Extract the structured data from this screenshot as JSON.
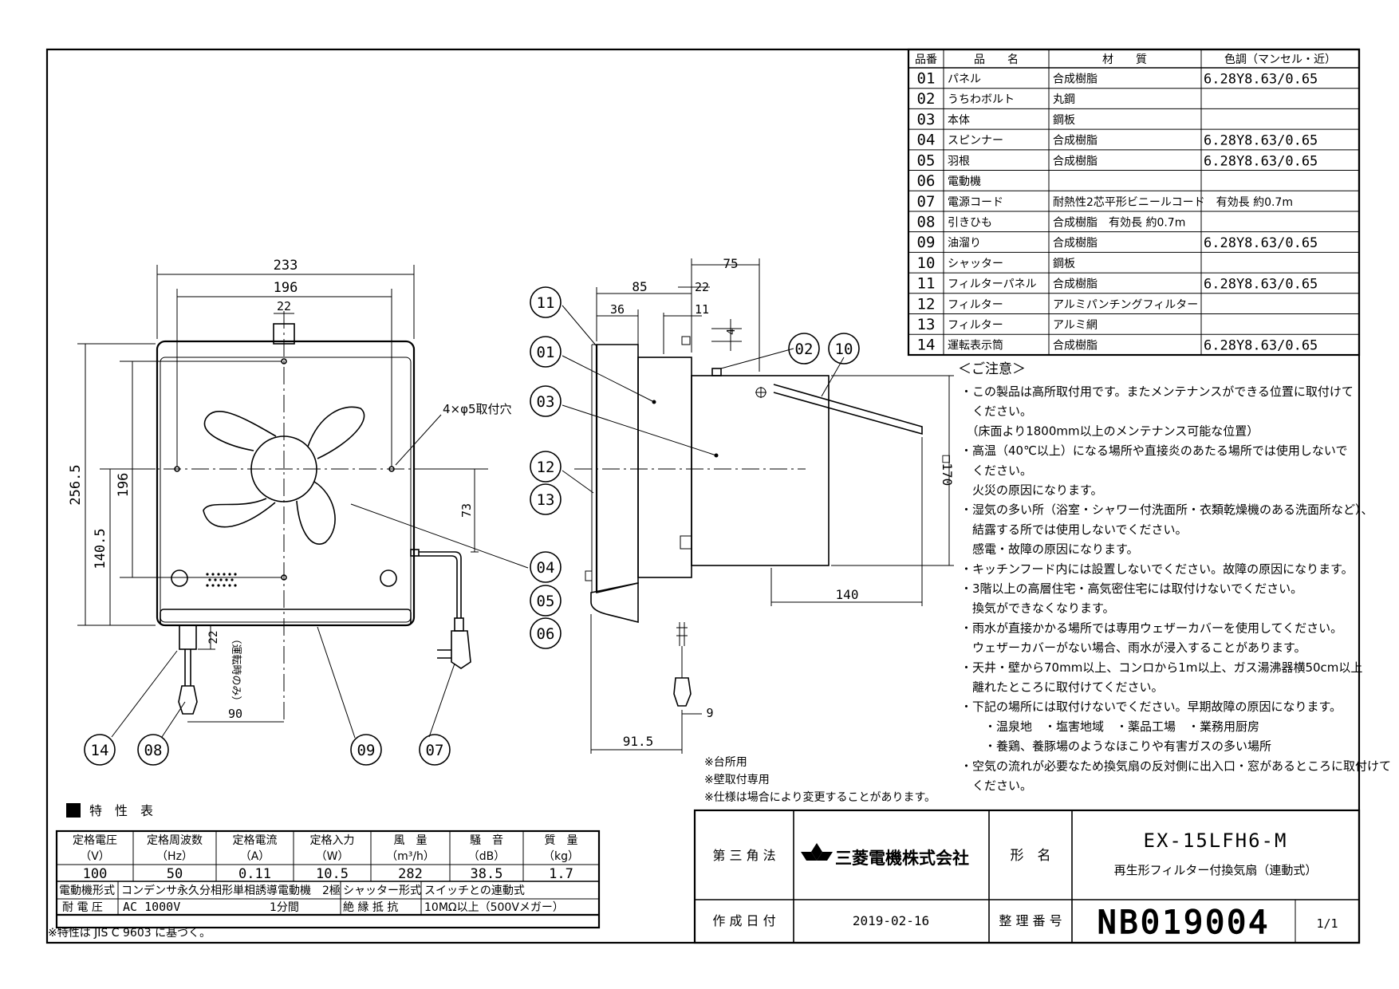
{
  "parts_header": {
    "no": "品番",
    "name": "品　　名",
    "material": "材　　質",
    "color": "色調（マンセル・近）"
  },
  "parts": [
    {
      "no": "01",
      "name": "パネル",
      "material": "合成樹脂",
      "color": "6.28Y8.63/0.65"
    },
    {
      "no": "02",
      "name": "うちわボルト",
      "material": "丸鋼",
      "color": ""
    },
    {
      "no": "03",
      "name": "本体",
      "material": "鋼板",
      "color": ""
    },
    {
      "no": "04",
      "name": "スピンナー",
      "material": "合成樹脂",
      "color": "6.28Y8.63/0.65"
    },
    {
      "no": "05",
      "name": "羽根",
      "material": "合成樹脂",
      "color": "6.28Y8.63/0.65"
    },
    {
      "no": "06",
      "name": "電動機",
      "material": "",
      "color": ""
    },
    {
      "no": "07",
      "name": "電源コード",
      "material": "耐熱性2芯平形ビニールコード　有効長 約0.7m",
      "color": ""
    },
    {
      "no": "08",
      "name": "引きひも",
      "material": "合成樹脂　有効長 約0.7m",
      "color": ""
    },
    {
      "no": "09",
      "name": "油溜り",
      "material": "合成樹脂",
      "color": "6.28Y8.63/0.65"
    },
    {
      "no": "10",
      "name": "シャッター",
      "material": "鋼板",
      "color": ""
    },
    {
      "no": "11",
      "name": "フィルターパネル",
      "material": "合成樹脂",
      "color": "6.28Y8.63/0.65"
    },
    {
      "no": "12",
      "name": "フィルター",
      "material": "アルミパンチングフィルター",
      "color": ""
    },
    {
      "no": "13",
      "name": "フィルター",
      "material": "アルミ網",
      "color": ""
    },
    {
      "no": "14",
      "name": "運転表示筒",
      "material": "合成樹脂",
      "color": "6.28Y8.63/0.65"
    }
  ],
  "caution": {
    "title": "＜ご注意＞",
    "lines": [
      "・この製品は高所取付用です。またメンテナンスができる位置に取付けて",
      "　ください。",
      "　（床面より1800mm以上のメンテナンス可能な位置）",
      "・高温（40℃以上）になる場所や直接炎のあたる場所では使用しないで",
      "　ください。",
      "　火災の原因になります。",
      "・湿気の多い所（浴室・シャワー付洗面所・衣類乾燥機のある洗面所など）、",
      "　結露する所では使用しないでください。",
      "　感電・故障の原因になります。",
      "・キッチンフード内には設置しないでください。故障の原因になります。",
      "・3階以上の高層住宅・高気密住宅には取付けないでください。",
      "　換気ができなくなります。",
      "・雨水が直接かかる場所では専用ウェザーカバーを使用してください。",
      "　ウェザーカバーがない場合、雨水が浸入することがあります。",
      "・天井・壁から70mm以上、コンロから1m以上、ガス湯沸器横50cm以上",
      "　離れたところに取付けてください。",
      "・下記の場所には取付けないでください。早期故障の原因になります。",
      "　　・温泉地　・塩害地域　・薬品工場　・業務用厨房",
      "　　・養鶏、養豚場のようなほこりや有害ガスの多い場所",
      "・空気の流れが必要なため換気扇の反対側に出入口・窓があるところに取付けて",
      "　ください。"
    ]
  },
  "notes": [
    "※台所用",
    "※壁取付専用",
    "※仕様は場合により変更することがあります。"
  ],
  "dims": {
    "front_width": "233",
    "front_hole_pitch": "196",
    "front_top_tab": "22",
    "front_height": "256.5",
    "front_vertical_pitch": "196",
    "front_center_height": "140.5",
    "mount_holes": "4×φ5取付穴",
    "cord_height": "73",
    "indicator_drop": "22",
    "indicator_note": "（運転時のみ）",
    "indicator_offset": "90",
    "side_total": "75",
    "side_85": "85",
    "side_22": "22",
    "side_36": "36",
    "side_11": "11",
    "side_4": "4",
    "duct": "□170",
    "duct_depth": "140",
    "pull_9": "9",
    "side_bottom": "91.5"
  },
  "spec": {
    "title": "特　性　表",
    "headers": [
      "定格電圧",
      "定格周波数",
      "定格電流",
      "定格入力",
      "風　量",
      "騒　音",
      "質　量"
    ],
    "units": [
      "（V）",
      "（Hz）",
      "（A）",
      "（W）",
      "（m³/h）",
      "（dB）",
      "（kg）"
    ],
    "values": [
      "100",
      "50",
      "0.11",
      "10.5",
      "282",
      "38.5",
      "1.7"
    ],
    "motor_label": "電動機形式",
    "motor_value": "コンデンサ永久分相形単相誘導電動機　2極",
    "shutter_label": "シャッター形式",
    "shutter_value": "スイッチとの連動式",
    "voltage_label": "耐 電 圧",
    "voltage_value": "AC 1000V",
    "voltage_time": "1分間",
    "insulation_label": "絶 縁 抵 抗",
    "insulation_value": "10MΩ以上（500Vメガー）",
    "footnote": "※特性は JIS C 9603 に基づく。"
  },
  "title_block": {
    "projection": "第 三 角 法",
    "company": "三菱電機株式会社",
    "model_label": "形　名",
    "model": "EX-15LFH6-M",
    "description": "再生形フィルター付換気扇（連動式）",
    "date_label": "作 成 日 付",
    "date": "2019-02-16",
    "number_label": "整 理 番 号",
    "number": "NB019004",
    "sheet": "1/1"
  }
}
